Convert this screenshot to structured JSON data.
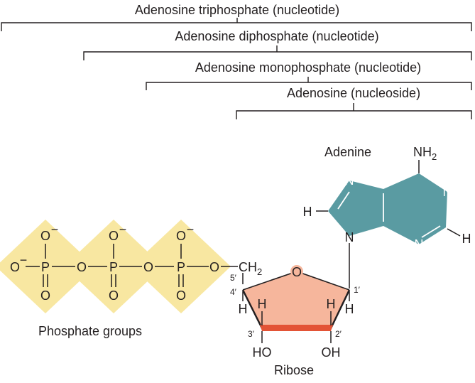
{
  "brackets": {
    "atp": "Adenosine triphosphate (nucleotide)",
    "adp": "Adenosine diphosphate (nucleotide)",
    "amp": "Adenosine monophosphate (nucleotide)",
    "adenosine": "Adenosine (nucleoside)"
  },
  "labels": {
    "adenine": "Adenine",
    "ribose": "Ribose",
    "phosphate_groups": "Phosphate groups"
  },
  "atoms": {
    "phosphorus": "P",
    "oxygen": "O",
    "oxygen_anion": "O",
    "charge": "−",
    "nitrogen": "N",
    "hydrogen": "H",
    "hydroxyl": "OH",
    "hydroxyl_left": "HO",
    "methylene": "CH",
    "methylene_sub": "2",
    "amine": "NH",
    "amine_sub": "2"
  },
  "carbon_numbers": {
    "c1": "1′",
    "c2": "2′",
    "c3": "3′",
    "c4": "4′",
    "c5": "5′"
  },
  "colors": {
    "phosphate_fill": "#f8e7a1",
    "ribose_fill": "#f6b69c",
    "ribose_base": "#e35336",
    "adenine_fill": "#5a9ba2",
    "ink": "#231f20"
  }
}
